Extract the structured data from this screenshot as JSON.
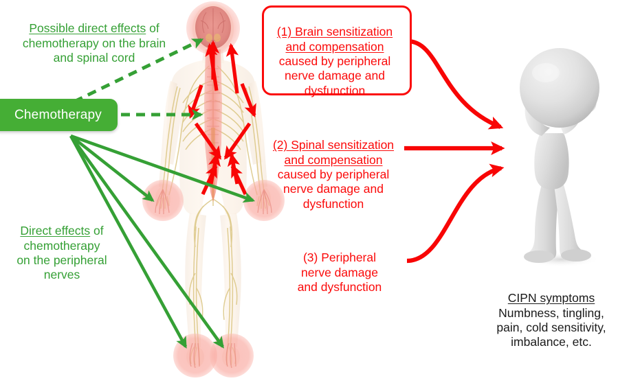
{
  "diagram": {
    "title": "Chemotherapy-induced peripheral neuropathy (CIPN) mechanism diagram",
    "colors": {
      "green": "#35a035",
      "green_box": "#45ae35",
      "red": "#fb0a0a",
      "pink_highlight": "#f9a8a0",
      "gray_figure": "#d8d8d8",
      "black_text": "#1a1a1a"
    }
  },
  "source_node": {
    "label": "Chemotherapy"
  },
  "annotations": {
    "brain_spinal": {
      "underlined": "Possible direct effects",
      "rest": " of\nchemotherapy on the brain\nand spinal cord"
    },
    "peripheral": {
      "underlined": "Direct effects",
      "rest": " of\nchemotherapy\non the peripheral\nnerves"
    }
  },
  "mechanisms": [
    {
      "id": "1",
      "underlined": "(1) Brain sensitization\nand compensation",
      "rest": "caused by peripheral\nnerve damage and\ndysfunction",
      "boxed": true
    },
    {
      "id": "2",
      "underlined": "(2) Spinal sensitization\nand compensation",
      "rest": "caused by peripheral\nnerve damage and\ndysfunction",
      "boxed": false
    },
    {
      "id": "3",
      "underlined": "",
      "rest": "(3) Peripheral\nnerve damage\nand dysfunction",
      "boxed": false
    }
  ],
  "outcome": {
    "heading": "CIPN symptoms",
    "body": "Numbness, tingling,\npain, cold sensitivity,\nimbalance, etc."
  },
  "body_highlights": [
    {
      "name": "head-brain-highlight"
    },
    {
      "name": "spinal-cord-highlight"
    },
    {
      "name": "left-hand-highlight"
    },
    {
      "name": "right-hand-highlight"
    },
    {
      "name": "left-foot-highlight"
    },
    {
      "name": "right-foot-highlight"
    }
  ]
}
